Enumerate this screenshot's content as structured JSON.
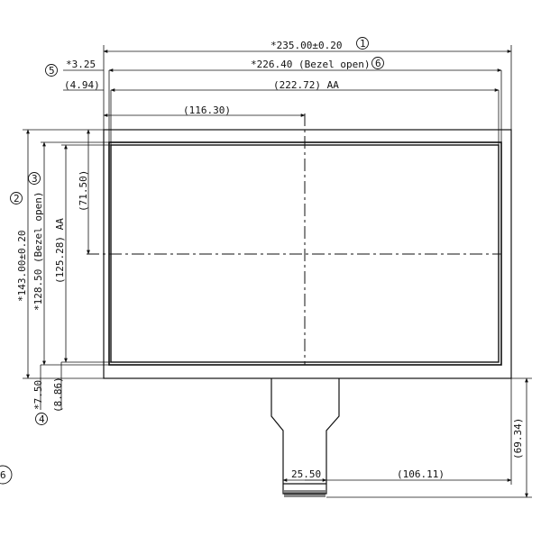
{
  "drawing": {
    "dimensions": {
      "width_total": "*235.00±0.20",
      "bezel_open_w": "*226.40 (Bezel open)",
      "offset_left": "*3.25",
      "aa_offset_left": "(4.94)",
      "aa_width": "(222.72) AA",
      "center_x": "(116.30)",
      "height_total": "*143.00±0.20",
      "bezel_open_h": "*128.50 (Bezel open)",
      "aa_height": "(125.28) AA",
      "center_y": "(71.50)",
      "offset_bottom": "*7.50",
      "aa_offset_bottom": "(8.86)",
      "fpc_height": "(69.34)",
      "fpc_width": "25.50",
      "fpc_offset": "(106.11)"
    },
    "markers": {
      "m1": "1",
      "m2": "2",
      "m3": "3",
      "m4": "4",
      "m5": "5",
      "m6": "6",
      "m_partial": "6"
    }
  }
}
